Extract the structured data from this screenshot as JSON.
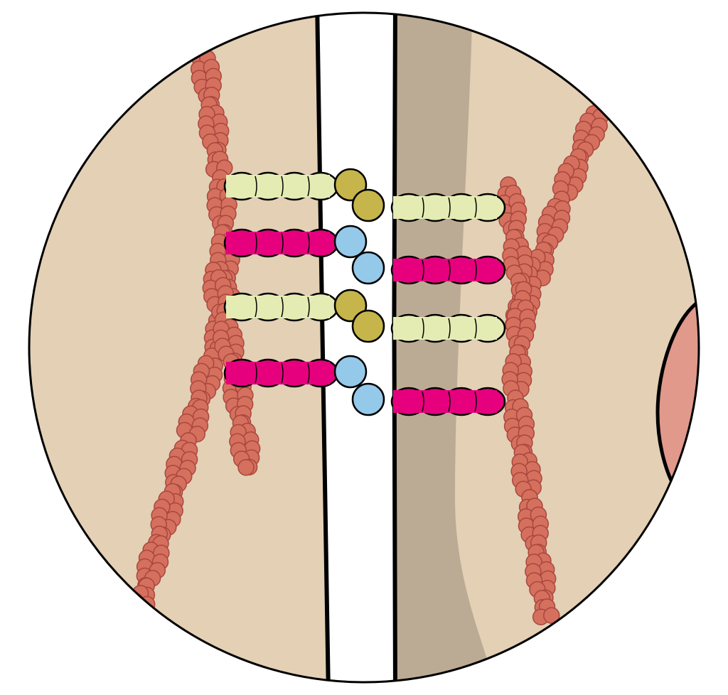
{
  "diagram": {
    "colors": {
      "cell_left": "#e3d0b5",
      "cell_right": "#e3d0b5",
      "cortex_band": "#bcab94",
      "intercellular_space": "#ffffff",
      "neighbor_cell": "#e0998b",
      "actin_fill": "#d5705f",
      "actin_stroke": "#a9473d",
      "cadherin_green": "#e4ecb4",
      "cadherin_magenta": "#e6007e",
      "globe_olive": "#c6b54a",
      "globe_blue": "#94c9ea",
      "outline": "#000000"
    },
    "cadherin_pairs": [
      {
        "chain": "green",
        "globe": "olive"
      },
      {
        "chain": "magenta",
        "globe": "blue"
      },
      {
        "chain": "green",
        "globe": "olive"
      },
      {
        "chain": "magenta",
        "globe": "blue"
      }
    ]
  }
}
